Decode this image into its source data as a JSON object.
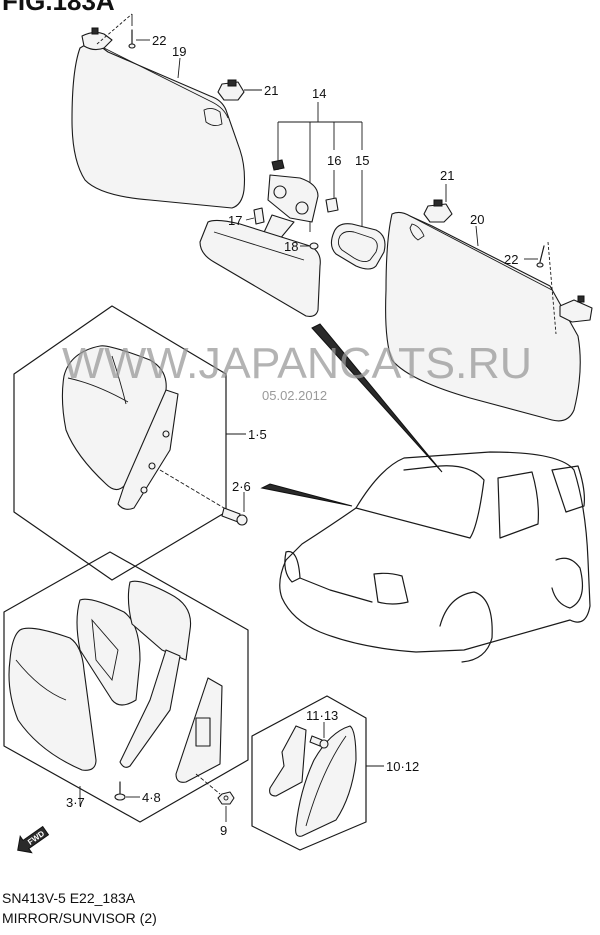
{
  "figure": {
    "title": "FIG.183A",
    "code": "SN413V-5 E22_183A",
    "name": "MIRROR/SUNVISOR (2)"
  },
  "watermark": {
    "text": "WWW.JAPANCATS.RU",
    "date": "05.02.2012"
  },
  "direction_marker": {
    "label": "FWD",
    "icon": "forward-arrow-icon"
  },
  "callouts": [
    {
      "id": "c1",
      "label": "22",
      "part": "sunvisor screw (left)"
    },
    {
      "id": "c2",
      "label": "19",
      "part": "sunvisor left"
    },
    {
      "id": "c3",
      "label": "21",
      "part": "sunvisor holder (left)"
    },
    {
      "id": "c4",
      "label": "14",
      "part": "inside rear view mirror assy"
    },
    {
      "id": "c5",
      "label": "16",
      "part": "bulb"
    },
    {
      "id": "c6",
      "label": "15",
      "part": "lens"
    },
    {
      "id": "c7",
      "label": "17",
      "part": "bulb socket"
    },
    {
      "id": "c8",
      "label": "18",
      "part": "mirror screw"
    },
    {
      "id": "c9",
      "label": "21",
      "part": "sunvisor holder (right)"
    },
    {
      "id": "c10",
      "label": "20",
      "part": "sunvisor right"
    },
    {
      "id": "c11",
      "label": "22",
      "part": "sunvisor screw (right)"
    },
    {
      "id": "c12",
      "label": "1·5",
      "part": "outside mirror assy (manual)"
    },
    {
      "id": "c13",
      "label": "2·6",
      "part": "mirror bolt"
    },
    {
      "id": "c14",
      "label": "3·7",
      "part": "outside mirror assy (electric)"
    },
    {
      "id": "c15",
      "label": "4·8",
      "part": "mirror bolt"
    },
    {
      "id": "c16",
      "label": "9",
      "part": "nut"
    },
    {
      "id": "c17",
      "label": "11·13",
      "part": "garnish screw"
    },
    {
      "id": "c18",
      "label": "10·12",
      "part": "mirror garnish"
    }
  ]
}
